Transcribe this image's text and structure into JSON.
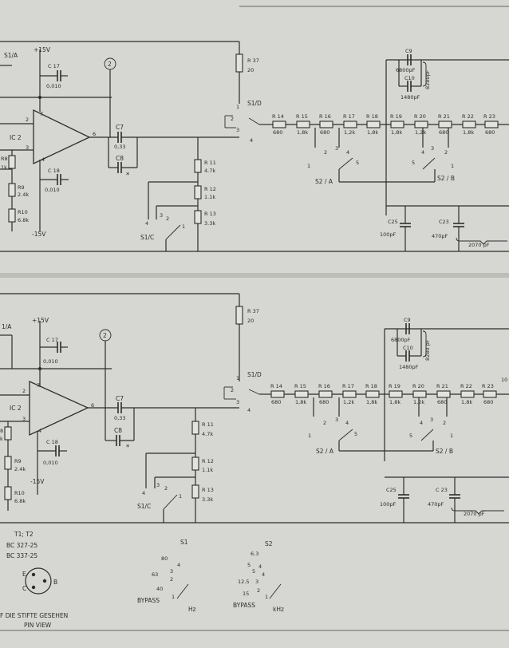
{
  "stage_top": {
    "supply_pos": "+15V",
    "supply_neg": "-15V",
    "ic": "IC 2",
    "pin_7": "7",
    "pin_2": "2",
    "pin_3": "3",
    "pin_4": "4",
    "pin_6": "6",
    "testpoint": "2",
    "s1a": "S1/A",
    "c17": {
      "name": "C 17",
      "value": "0,010"
    },
    "c18": {
      "name": "C 18",
      "value": "0,010"
    },
    "r8": {
      "name": "R8",
      "value": "1k"
    },
    "r9": {
      "name": "R9",
      "value": "2.4k"
    },
    "r10": {
      "name": "R10",
      "value": "6.8k"
    },
    "c7": {
      "name": "C7",
      "value": "0,33"
    },
    "c8": {
      "name": "C8",
      "mark": "*"
    },
    "r11": {
      "name": "R 11",
      "value": "4.7k"
    },
    "r12": {
      "name": "R 12",
      "value": "1.1k"
    },
    "r13": {
      "name": "R 13",
      "value": "3.3k"
    },
    "s1c": {
      "name": "S1/C",
      "pos": [
        "4",
        "3",
        "2",
        "1"
      ]
    },
    "r37": {
      "name": "R 37",
      "value": "20"
    },
    "s1d": {
      "name": "S1/D",
      "pos": [
        "1",
        "2",
        "3",
        "4"
      ]
    },
    "c9": {
      "name": "C9",
      "value": "6800pF"
    },
    "c10": {
      "name": "C10",
      "value": "1480pF"
    },
    "c9c10_total": "8280pF",
    "ladder": [
      {
        "name": "R 14",
        "value": "680"
      },
      {
        "name": "R 15",
        "value": "1,8k"
      },
      {
        "name": "R 16",
        "value": "680"
      },
      {
        "name": "R 17",
        "value": "1,2k"
      },
      {
        "name": "R 18",
        "value": "1,8k"
      },
      {
        "name": "R 19",
        "value": "1,8k"
      },
      {
        "name": "R 20",
        "value": "1,2k"
      },
      {
        "name": "R 21",
        "value": "680"
      },
      {
        "name": "R 22",
        "value": "1,8k"
      },
      {
        "name": "R 23",
        "value": "680"
      }
    ],
    "s2a": {
      "name": "S2 / A",
      "pos": [
        "1",
        "2",
        "3",
        "4",
        "5"
      ]
    },
    "s2b": {
      "name": "S2 / B",
      "pos": [
        "5",
        "4",
        "3",
        "2",
        "1"
      ]
    },
    "c25": {
      "name": "C25",
      "value": "100pF"
    },
    "c23": {
      "name": "C23",
      "value": "470pF"
    },
    "c_total": "2070 pF"
  },
  "stage_bottom": {
    "supply_pos": "+15V",
    "supply_neg": "-15V",
    "ic": "IC 2",
    "pin_7": "7",
    "pin_2": "2",
    "pin_3": "3",
    "pin_4": "4",
    "pin_6": "6",
    "testpoint": "2",
    "s1a": "1/A",
    "c17": {
      "name": "C 17",
      "value": "0,010"
    },
    "c18": {
      "name": "C 18",
      "value": "0,010"
    },
    "r8": {
      "name": "8",
      "value": "k"
    },
    "r9": {
      "name": "R9",
      "value": "2.4k"
    },
    "r10": {
      "name": "R10",
      "value": "6.8k"
    },
    "c7": {
      "name": "C7",
      "value": "0,33"
    },
    "c8": {
      "name": "C8",
      "mark": "*"
    },
    "r11": {
      "name": "R 11",
      "value": "4.7k"
    },
    "r12": {
      "name": "R 12",
      "value": "1.1k"
    },
    "r13": {
      "name": "R 13",
      "value": "3.3k"
    },
    "s1c": {
      "name": "S1/C",
      "pos": [
        "4",
        "3",
        "2",
        "1"
      ]
    },
    "r37": {
      "name": "R 37",
      "value": "20"
    },
    "s1d": {
      "name": "S1/D",
      "pos": [
        "1",
        "2",
        "3",
        "4"
      ]
    },
    "c9": {
      "name": "C9",
      "value": "6800pF"
    },
    "c10": {
      "name": "C10",
      "value": "1480pF"
    },
    "c9c10_total": "8280 pF",
    "ladder": [
      {
        "name": "R 14",
        "value": "680"
      },
      {
        "name": "R 15",
        "value": "1,8k"
      },
      {
        "name": "R 16",
        "value": "680"
      },
      {
        "name": "R 17",
        "value": "1,2k"
      },
      {
        "name": "R 18",
        "value": "1,8k"
      },
      {
        "name": "R 19",
        "value": "1,8k"
      },
      {
        "name": "R 20",
        "value": "1,2k"
      },
      {
        "name": "R 21",
        "value": "680"
      },
      {
        "name": "R 22",
        "value": "1,8k"
      },
      {
        "name": "R 23",
        "value": "680"
      }
    ],
    "s2a": {
      "name": "S2 / A",
      "pos": [
        "1",
        "2",
        "3",
        "4",
        "5"
      ]
    },
    "s2b": {
      "name": "S2 / B",
      "pos": [
        "5",
        "4",
        "3",
        "2",
        "1"
      ]
    },
    "c25": {
      "name": "C25",
      "value": "100pF"
    },
    "c23": {
      "name": "C 23",
      "value": "470pF"
    },
    "c_total": "2070 pF",
    "edge_label": "10"
  },
  "legend": {
    "t_title": "T1; T2",
    "t_type1": "BC 327-25",
    "t_type2": "BC 337-25",
    "pin_e": "E",
    "pin_c": "C",
    "pin_b": "B",
    "view_de": "F DIE STIFTE GESEHEN",
    "view_en": "PIN VIEW",
    "s1_title": "S1",
    "s1_values": [
      "80",
      "63",
      "40",
      "4",
      "3",
      "2",
      "1"
    ],
    "s1_bypass": "BYPASS",
    "s1_unit": "Hz",
    "s2_title": "S2",
    "s2_values": [
      "6.3",
      "5",
      "4",
      "12.5",
      "15",
      "5",
      "4",
      "3",
      "2",
      "1"
    ],
    "s2_bypass": "BYPASS",
    "s2_unit": "kHz"
  }
}
